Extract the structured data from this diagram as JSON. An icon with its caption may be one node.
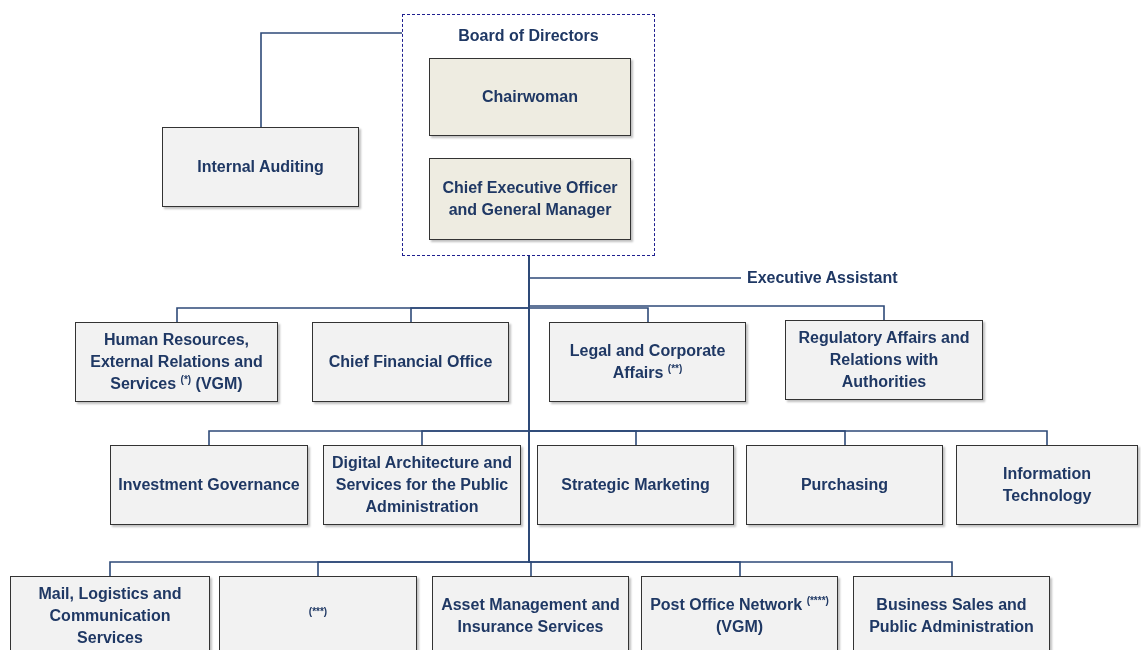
{
  "diagram": {
    "nodes": [
      {
        "text": [
          "Board of Directors"
        ]
      },
      {
        "text": [
          "Chairwoman"
        ],
        "in": 0
      },
      {
        "text": [
          "Chief Executive Officer and General Manager"
        ],
        "in": 0
      },
      {
        "text": [
          "Internal Auditing"
        ]
      },
      {
        "text": [
          "Executive Assistant"
        ]
      },
      {
        "text": [
          "Human Resources, External Relations and Services $^{(*)}$ (VGM)"
        ]
      },
      {
        "text": [
          "Chief Financial Office"
        ]
      },
      {
        "text": [
          "Legal and Corporate Affairs $^{(**)}$"
        ]
      },
      {
        "text": [
          "Regulatory Affairs and Relations with Authorities"
        ]
      },
      {
        "text": [
          "Investment Governance"
        ]
      },
      {
        "text": [
          "Digital Architecture and Services for the Public Administration"
        ]
      },
      {
        "text": [
          "Strategic Marketing"
        ]
      },
      {
        "text": [
          "Purchasing"
        ]
      },
      {
        "text": [
          "Information Technology"
        ]
      },
      {
        "text": [
          "Mail, Logistics and Communication Services"
        ]
      },
      {
        "text": [
          "$^{(***)}$"
        ]
      },
      {
        "text": [
          "Asset Management and Insurance Services"
        ]
      },
      {
        "text": [
          "Post Office Network $^{(****)}$ (VGM)"
        ]
      },
      {
        "text": [
          "Business Sales and Public Administration"
        ]
      }
    ],
    "edges": [
      {
        "from": 0,
        "to": 3,
        "arrow": "none"
      },
      {
        "from": 0,
        "to": 4,
        "arrow": "none"
      },
      {
        "from": 0,
        "to": 5,
        "arrow": "none"
      },
      {
        "from": 0,
        "to": 6,
        "arrow": "none"
      },
      {
        "from": 0,
        "to": 7,
        "arrow": "none"
      },
      {
        "from": 0,
        "to": 8,
        "arrow": "none"
      },
      {
        "from": 0,
        "to": 9,
        "arrow": "none"
      },
      {
        "from": 0,
        "to": 10,
        "arrow": "none"
      },
      {
        "from": 0,
        "to": 11,
        "arrow": "none"
      },
      {
        "from": 0,
        "to": 12,
        "arrow": "none"
      },
      {
        "from": 0,
        "to": 13,
        "arrow": "none"
      },
      {
        "from": 0,
        "to": 14,
        "arrow": "none"
      },
      {
        "from": 0,
        "to": 15,
        "arrow": "none"
      },
      {
        "from": 0,
        "to": 16,
        "arrow": "none"
      },
      {
        "from": 0,
        "to": 17,
        "arrow": "none"
      },
      {
        "from": 0,
        "to": 18,
        "arrow": "none"
      }
    ]
  }
}
